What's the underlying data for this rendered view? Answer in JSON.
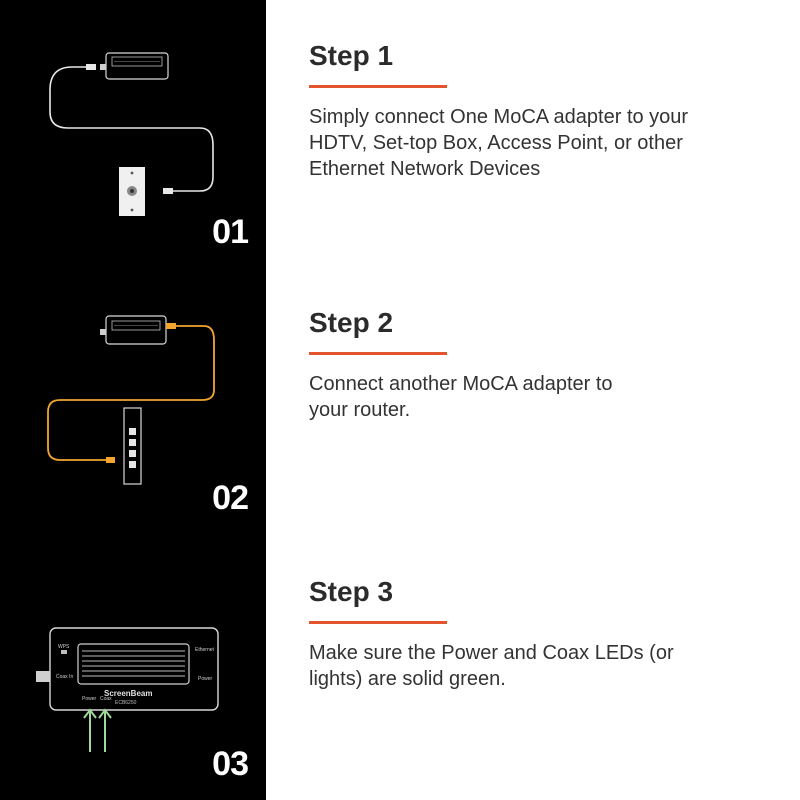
{
  "panels": [
    {
      "number": "01"
    },
    {
      "number": "02"
    },
    {
      "number": "03"
    }
  ],
  "steps": [
    {
      "title": "Step 1",
      "text": "Simply connect One MoCA adapter to your HDTV, Set-top Box, Access Point, or other Ethernet Network Devices"
    },
    {
      "title": "Step 2",
      "text": "Connect another MoCA adapter to your router."
    },
    {
      "title": "Step 3",
      "text": "Make sure the Power and Coax LEDs (or lights) are solid green."
    }
  ],
  "device": {
    "brand": "ScreenBeam",
    "model": "ECB6250",
    "label_wps": "WPS",
    "label_ethernet": "Ethernet",
    "label_power_right": "Power",
    "label_coax_in": "Coax In",
    "label_power_bottom": "Power",
    "label_coax_bottom": "Coax"
  },
  "colors": {
    "accent": "#e4542c",
    "cable_white": "#e8e8e8",
    "cable_orange": "#f2a531",
    "arrow_green": "#9fd89a"
  }
}
